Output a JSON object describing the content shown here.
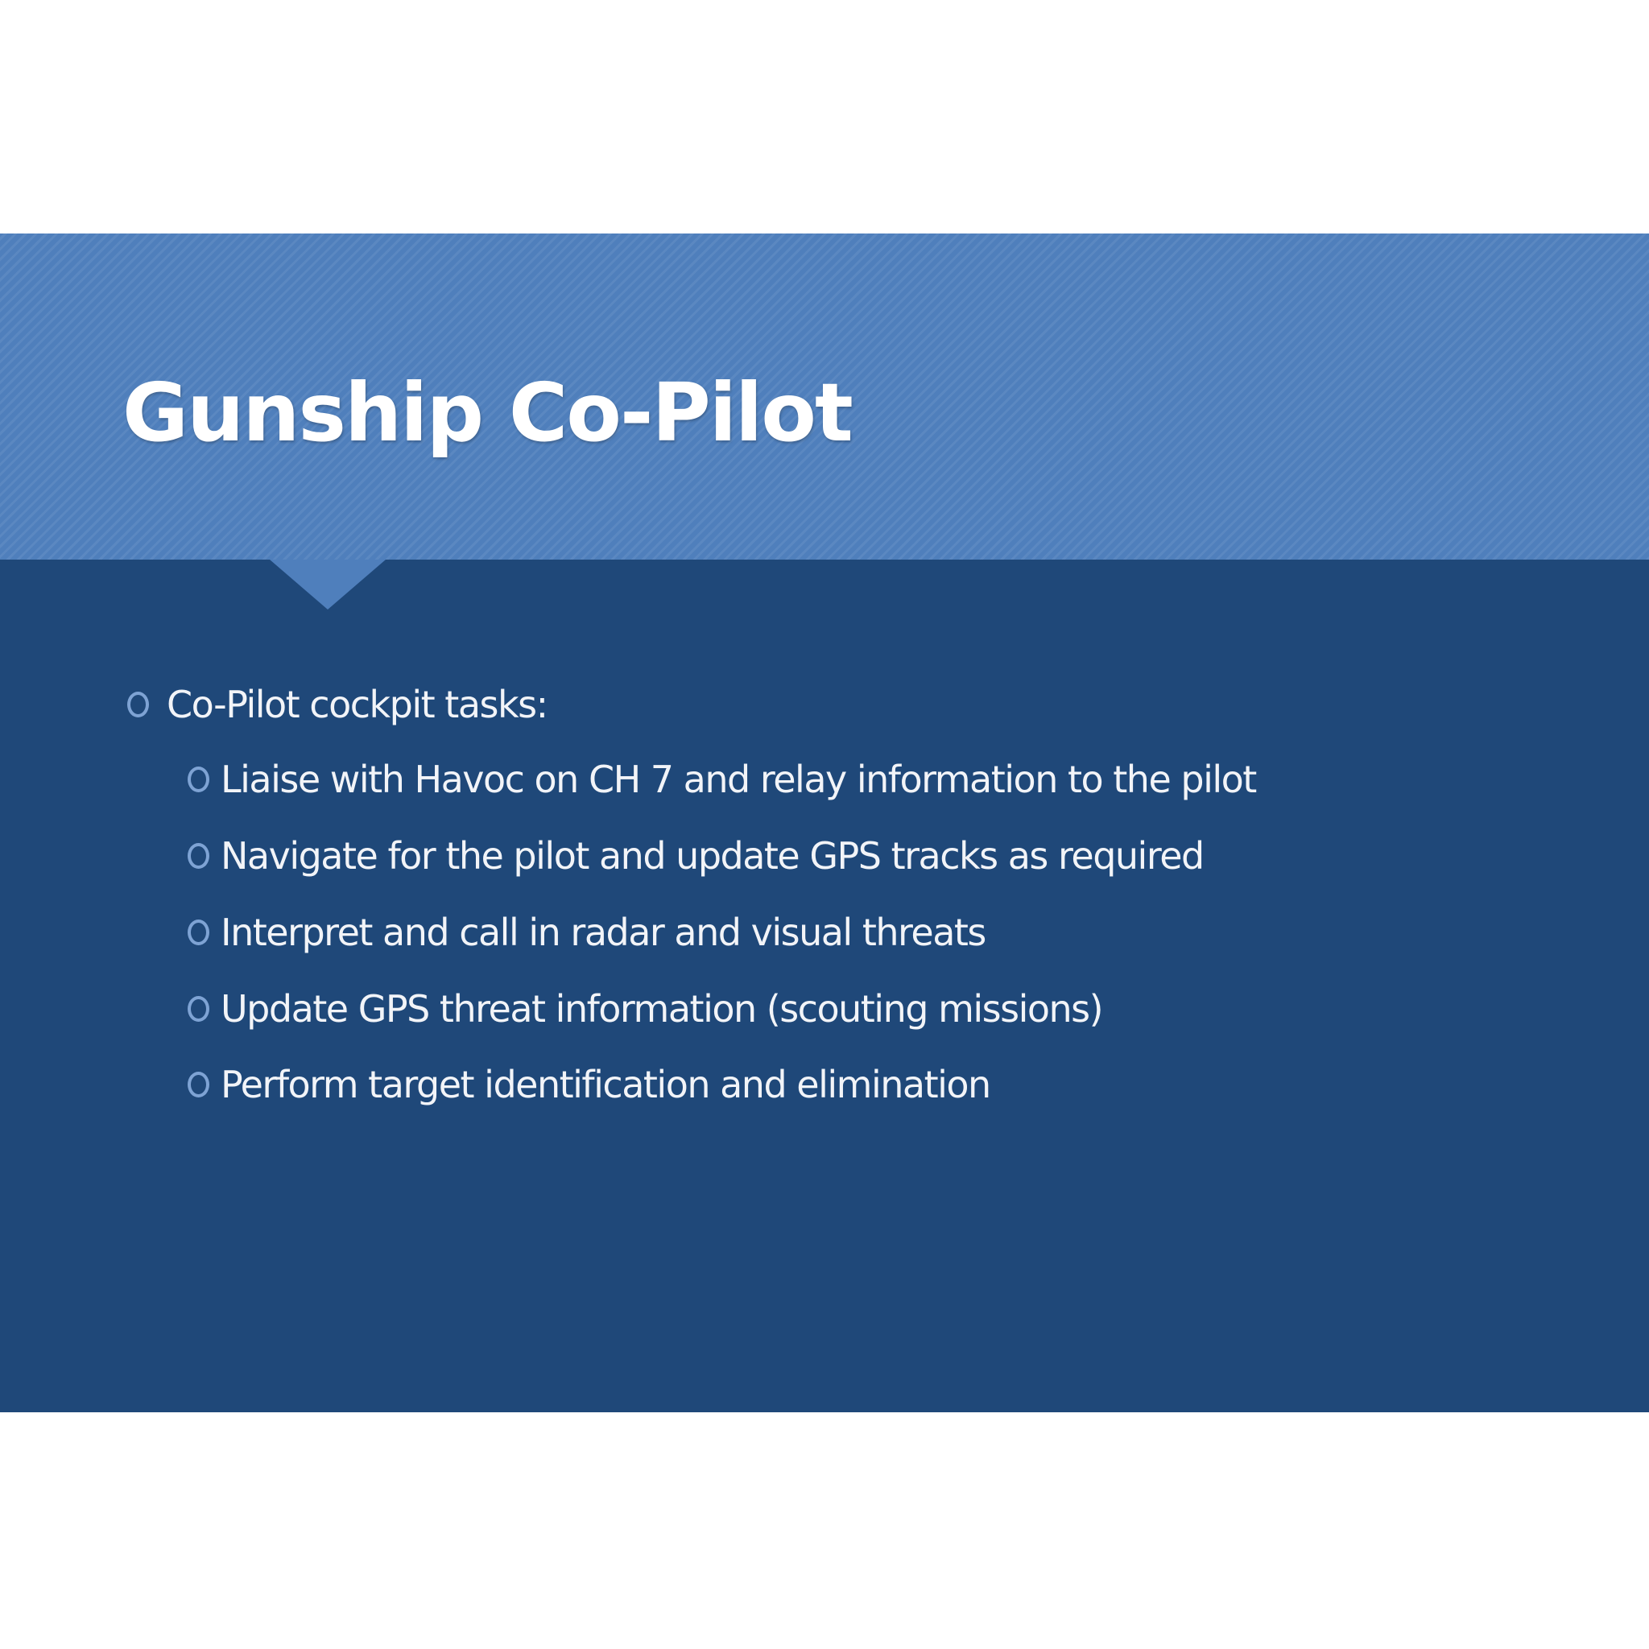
{
  "slide": {
    "title": "Gunship Co-Pilot",
    "bullets": [
      {
        "text": "Co-Pilot cockpit tasks:",
        "children": [
          {
            "text": "Liaise with Havoc on CH 7 and relay information to the pilot"
          },
          {
            "text": "Navigate for the pilot and update GPS tracks as required"
          },
          {
            "text": "Interpret and call in radar and visual threats"
          },
          {
            "text": "Update GPS threat information (scouting missions)"
          },
          {
            "text": "Perform target identification and elimination"
          }
        ]
      }
    ]
  },
  "colors": {
    "page_background": "#ffffff",
    "slide_background": "#1f4879",
    "title_band": "#4f7fbc",
    "bullet_ring": "#7ea3d4",
    "text": "#ffffff"
  },
  "icons": {
    "bullet": "hollow-ring-bullet-icon"
  }
}
